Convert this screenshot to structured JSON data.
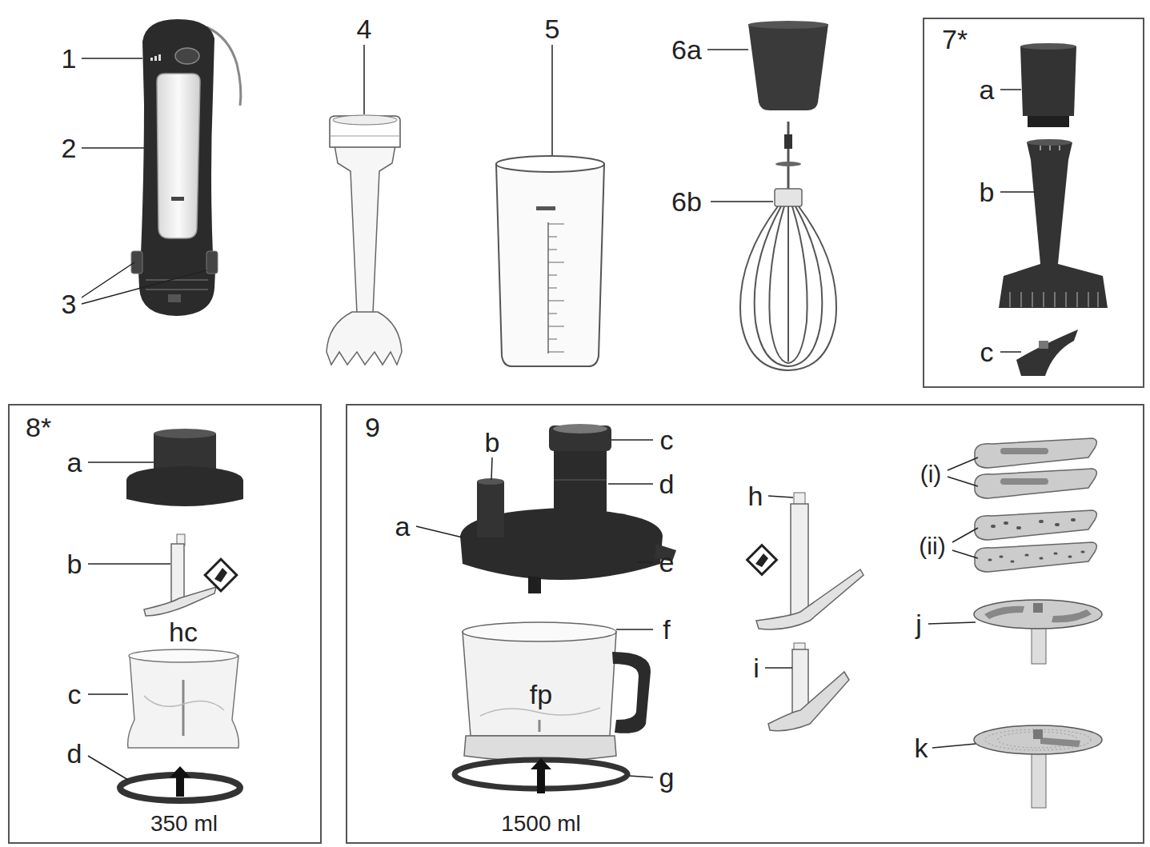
{
  "diagram": {
    "nodes": [
      {
        "text": [
          "7*"
        ]
      },
      {
        "text": [
          "8*"
        ]
      },
      {
        "text": [
          "9"
        ]
      }
    ],
    "labels": [
      "1",
      "2",
      "3",
      "4",
      "5",
      "6a",
      "6b",
      "a",
      "b",
      "c",
      "a",
      "b",
      "hc",
      "c",
      "d",
      "350 ml",
      "b",
      "c",
      "d",
      "a",
      "e",
      "f",
      "fp",
      "g",
      "1500 ml",
      "h",
      "i",
      "(i)",
      "(ii)",
      "j",
      "k"
    ]
  }
}
